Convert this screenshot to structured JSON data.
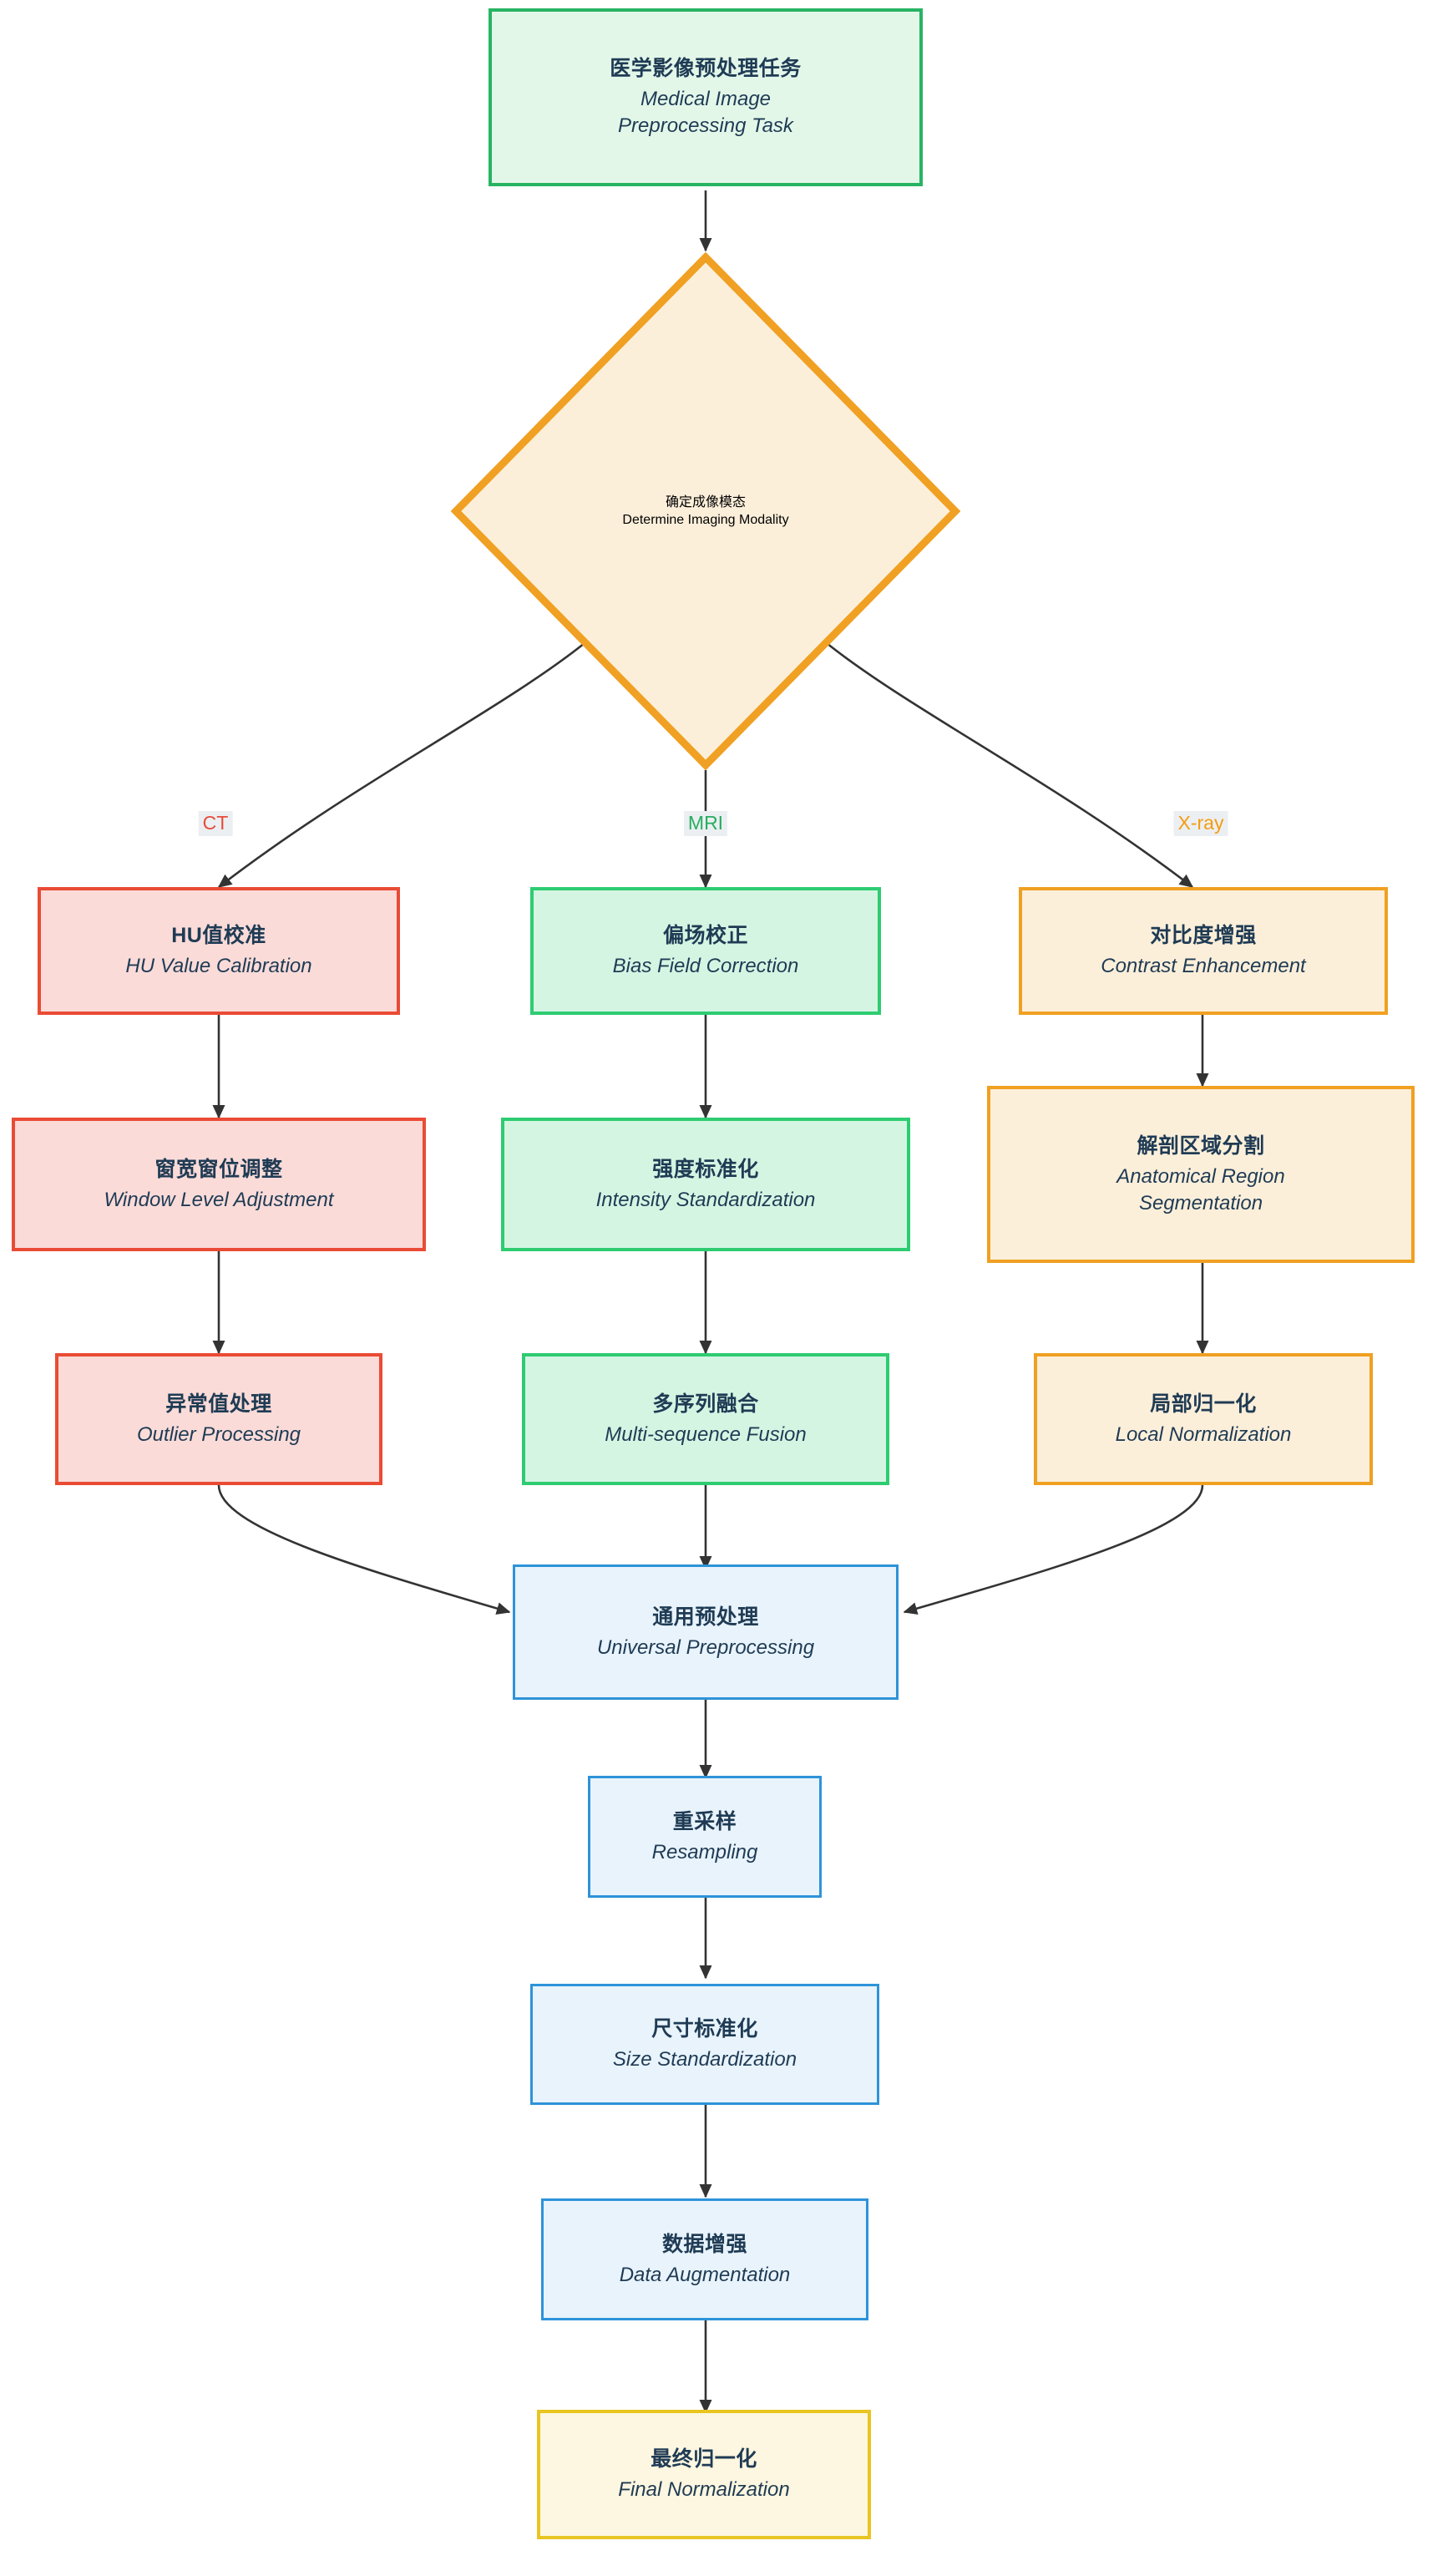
{
  "diagram": {
    "type": "flowchart",
    "direction": "top-down",
    "title_zh": "医学影像预处理任务",
    "title_en": "Medical Image Preprocessing Task"
  },
  "nodes": {
    "start": {
      "zh": "医学影像预处理任务",
      "en_line1": "Medical Image",
      "en_line2": "Preprocessing Task",
      "shape": "rect",
      "border_color": "#28b463",
      "fill_color": "#e3f7e9"
    },
    "decision": {
      "zh": "确定成像模态",
      "en_line1": "Determine Imaging",
      "en_line2": "Modality",
      "shape": "diamond",
      "border_color": "#f0a022",
      "fill_color": "#fcefda"
    },
    "ct1": {
      "zh": "HU值校准",
      "en_line1": "HU Value Calibration",
      "shape": "rect",
      "border_color": "#ea4b35",
      "fill_color": "#fadbd8"
    },
    "ct2": {
      "zh": "窗宽窗位调整",
      "en_line1": "Window Level Adjustment",
      "shape": "rect",
      "border_color": "#ea4b35",
      "fill_color": "#fadbd8"
    },
    "ct3": {
      "zh": "异常值处理",
      "en_line1": "Outlier Processing",
      "shape": "rect",
      "border_color": "#ea4b35",
      "fill_color": "#fadbd8"
    },
    "mri1": {
      "zh": "偏场校正",
      "en_line1": "Bias Field Correction",
      "shape": "rect",
      "border_color": "#2ecc71",
      "fill_color": "#d5f5e3"
    },
    "mri2": {
      "zh": "强度标准化",
      "en_line1": "Intensity Standardization",
      "shape": "rect",
      "border_color": "#2ecc71",
      "fill_color": "#d5f5e3"
    },
    "mri3": {
      "zh": "多序列融合",
      "en_line1": "Multi-sequence Fusion",
      "shape": "rect",
      "border_color": "#2ecc71",
      "fill_color": "#d5f5e3"
    },
    "xray1": {
      "zh": "对比度增强",
      "en_line1": "Contrast Enhancement",
      "shape": "rect",
      "border_color": "#f0a022",
      "fill_color": "#fcefda"
    },
    "xray2": {
      "zh": "解剖区域分割",
      "en_line1": "Anatomical Region",
      "en_line2": "Segmentation",
      "shape": "rect",
      "border_color": "#f0a022",
      "fill_color": "#fcefda"
    },
    "xray3": {
      "zh": "局部归一化",
      "en_line1": "Local Normalization",
      "shape": "rect",
      "border_color": "#f0a022",
      "fill_color": "#fcefda"
    },
    "universal": {
      "zh": "通用预处理",
      "en_line1": "Universal Preprocessing",
      "shape": "rect",
      "border_color": "#2e93d9",
      "fill_color": "#e8f3fc"
    },
    "resample": {
      "zh": "重采样",
      "en_line1": "Resampling",
      "shape": "rect",
      "border_color": "#2e93d9",
      "fill_color": "#e8f3fc"
    },
    "size": {
      "zh": "尺寸标准化",
      "en_line1": "Size Standardization",
      "shape": "rect",
      "border_color": "#2e93d9",
      "fill_color": "#e8f3fc"
    },
    "augment": {
      "zh": "数据增强",
      "en_line1": "Data Augmentation",
      "shape": "rect",
      "border_color": "#2e93d9",
      "fill_color": "#e8f3fc"
    },
    "final": {
      "zh": "最终归一化",
      "en_line1": "Final Normalization",
      "shape": "rect",
      "border_color": "#e8c520",
      "fill_color": "#fdf6e0"
    }
  },
  "edge_labels": {
    "ct": {
      "text": "CT",
      "color": "#e74c3c"
    },
    "mri": {
      "text": "MRI",
      "color": "#27ae60"
    },
    "xray": {
      "text": "X-ray",
      "color": "#f39c12"
    }
  },
  "edges": [
    {
      "from": "start",
      "to": "decision",
      "label": ""
    },
    {
      "from": "decision",
      "to": "ct1",
      "label": "CT"
    },
    {
      "from": "decision",
      "to": "mri1",
      "label": "MRI"
    },
    {
      "from": "decision",
      "to": "xray1",
      "label": "X-ray"
    },
    {
      "from": "ct1",
      "to": "ct2",
      "label": ""
    },
    {
      "from": "ct2",
      "to": "ct3",
      "label": ""
    },
    {
      "from": "mri1",
      "to": "mri2",
      "label": ""
    },
    {
      "from": "mri2",
      "to": "mri3",
      "label": ""
    },
    {
      "from": "xray1",
      "to": "xray2",
      "label": ""
    },
    {
      "from": "xray2",
      "to": "xray3",
      "label": ""
    },
    {
      "from": "ct3",
      "to": "universal",
      "label": ""
    },
    {
      "from": "mri3",
      "to": "universal",
      "label": ""
    },
    {
      "from": "xray3",
      "to": "universal",
      "label": ""
    },
    {
      "from": "universal",
      "to": "resample",
      "label": ""
    },
    {
      "from": "resample",
      "to": "size",
      "label": ""
    },
    {
      "from": "size",
      "to": "augment",
      "label": ""
    },
    {
      "from": "augment",
      "to": "final",
      "label": ""
    }
  ],
  "style": {
    "edge_stroke": "#333333",
    "text_color": "#1f3b54",
    "background": "#ffffff"
  }
}
